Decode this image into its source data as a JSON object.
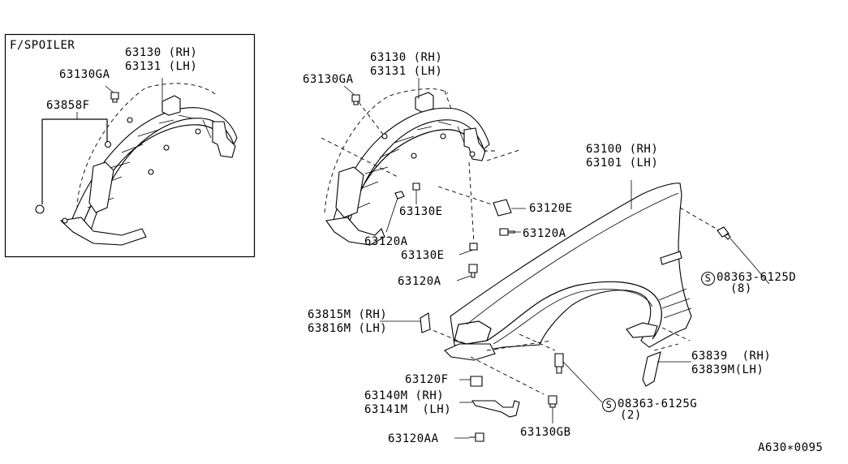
{
  "inset": {
    "title": "F/SPOILER",
    "labels": {
      "part_rh": "63130 (RH)",
      "part_lh": "63131 (LH)",
      "clip": "63130GA",
      "retainer": "63858F"
    }
  },
  "main": {
    "liner_rh": "63130 (RH)",
    "liner_lh": "63131 (LH)",
    "clip_ga": "63130GA",
    "fender_rh": "63100 (RH)",
    "fender_lh": "63101 (LH)",
    "nut_120e": "63120E",
    "screw_120a_right": "63120A",
    "clip_130e_right": "63130E",
    "screw_120a_liner": "63120A",
    "clip_130e_lower": "63130E",
    "screw_120a_lower": "63120A",
    "bolt_d_symbol": "S",
    "bolt_d": "08363-6125D",
    "bolt_d_qty": "(8)",
    "seal_rh": "63815M (RH)",
    "seal_lh": "63816M (LH)",
    "bracket_rh": "63839  (RH)",
    "bracket_lh": "63839M(LH)",
    "nut_120f": "63120F",
    "stay_rh": "63140M (RH)",
    "stay_lh": "63141M  (LH)",
    "bolt_g_symbol": "S",
    "bolt_g": "08363-6125G",
    "bolt_g_qty": "(2)",
    "screw_120aa": "63120AA",
    "clip_gb": "63130GB",
    "diagram_code": "A630∗0095"
  }
}
